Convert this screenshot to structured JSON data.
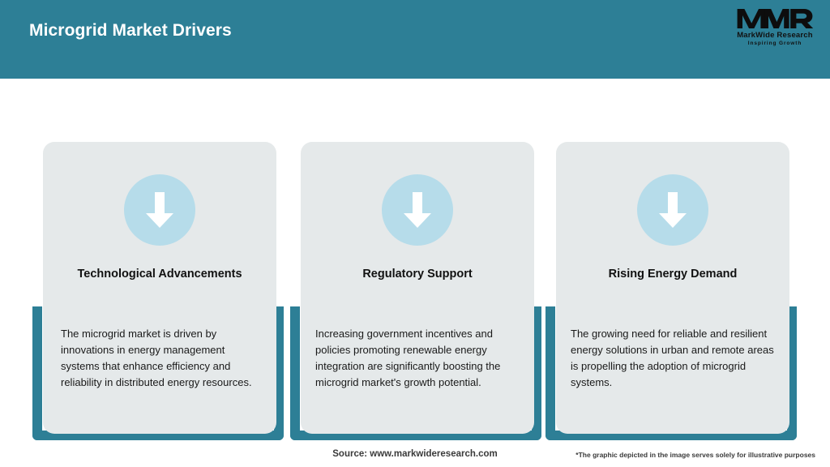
{
  "header": {
    "title": "Microgrid Market Drivers",
    "background_color": "#2d7f96",
    "logo": {
      "mark": "MWR",
      "name": "MarkWide Research",
      "tagline": "Inspiring Growth"
    }
  },
  "theme": {
    "accent": "#2d7f96",
    "card_bg": "#e5e9ea",
    "icon_circle": "#b6dcea",
    "page_bg": "#ffffff"
  },
  "cards": [
    {
      "icon": "arrow-down-icon",
      "title": "Technological Advancements",
      "body": "The microgrid market is driven by innovations in energy management systems that enhance efficiency and reliability in distributed energy resources."
    },
    {
      "icon": "arrow-down-icon",
      "title": "Regulatory Support",
      "body": "Increasing government incentives and policies promoting renewable energy integration are significantly boosting the microgrid market's growth potential."
    },
    {
      "icon": "arrow-down-icon",
      "title": "Rising Energy Demand",
      "body": "The growing need for reliable and resilient energy solutions in urban and remote areas is propelling the adoption of microgrid systems."
    }
  ],
  "footer": {
    "source": "Source: www.markwideresearch.com",
    "disclaimer": "*The graphic depicted in the image serves solely for illustrative purposes"
  }
}
